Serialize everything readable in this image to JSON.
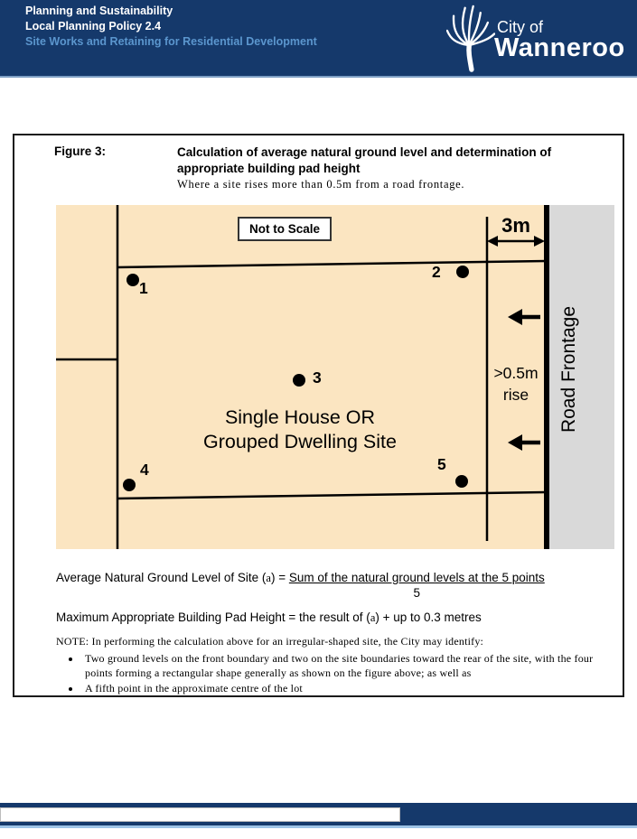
{
  "header": {
    "dept": "Planning and Sustainability",
    "policy": "Local Planning Policy 2.4",
    "subtitle": "Site Works and Retaining for Residential Development",
    "logo_prefix": "City of",
    "logo_name": "Wanneroo"
  },
  "figure": {
    "label": "Figure 3:",
    "title_line1": "Calculation of average natural ground level and determination of",
    "title_line2": "appropriate building pad height",
    "subtitle": "Where a site rises more than 0.5m from a road frontage."
  },
  "diagram": {
    "not_to_scale": "Not to Scale",
    "setback_width": "3m",
    "rise_line1": ">0.5m",
    "rise_line2": "rise",
    "road_frontage": "Road Frontage",
    "site_line1": "Single House OR",
    "site_line2": "Grouped Dwelling Site",
    "points": [
      {
        "label": "1"
      },
      {
        "label": "2"
      },
      {
        "label": "3"
      },
      {
        "label": "4"
      },
      {
        "label": "5"
      }
    ],
    "colors": {
      "site_fill": "#FBE5C1",
      "road_fill": "#D9D9D9"
    }
  },
  "formulas": {
    "avg_prefix": "Average Natural Ground Level of Site (",
    "avg_var": "a",
    "avg_equals": ") = ",
    "avg_numerator": "Sum of the natural ground levels at the 5 points",
    "avg_denominator": "5",
    "max_prefix": "Maximum Appropriate Building Pad Height = the result of (",
    "max_var": "a",
    "max_suffix": ") + up to 0.3 metres"
  },
  "note": {
    "heading": "NOTE: In performing the calculation above for an irregular-shaped site, the City may identify:",
    "bullets": [
      "Two ground levels on the front boundary and two on the site boundaries toward the rear of the site, with the four points forming a rectangular shape generally as shown on the figure above; as well as",
      "A fifth point in the approximate centre of the lot"
    ]
  },
  "colors": {
    "navy": "#15396B",
    "subtitle_blue": "#5B96CE",
    "hairline_blue": "#9DC3E6"
  }
}
